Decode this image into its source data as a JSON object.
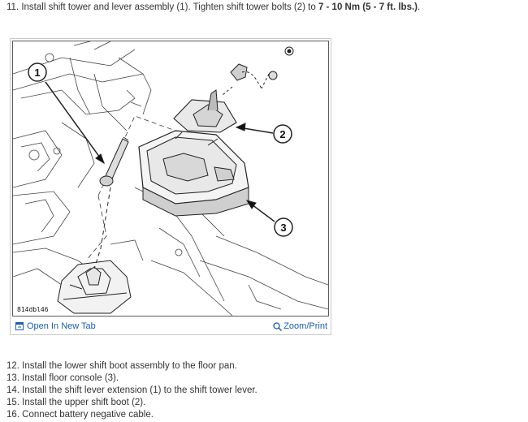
{
  "step_11": {
    "prefix": "11. Install shift tower and lever assembly (1). Tighten shift tower bolts (2) to ",
    "torque": "7 - 10 Nm (5 - 7 ft. lbs.)",
    "suffix": "."
  },
  "figure": {
    "code": "814dbl46",
    "callouts": [
      "1",
      "2",
      "3"
    ],
    "open_tab_label": "Open In New Tab",
    "zoom_label": "Zoom/Print",
    "link_color": "#1a5fa8",
    "open_tab_icon": "new-tab-icon",
    "zoom_icon": "magnifier-icon"
  },
  "steps": [
    "12. Install the lower shift boot assembly to the floor pan.",
    "13. Install floor console (3).",
    "14. Install the shift lever extension (1) to the shift tower lever.",
    "15. Install the upper shift boot (2).",
    "16. Connect battery negative cable."
  ]
}
